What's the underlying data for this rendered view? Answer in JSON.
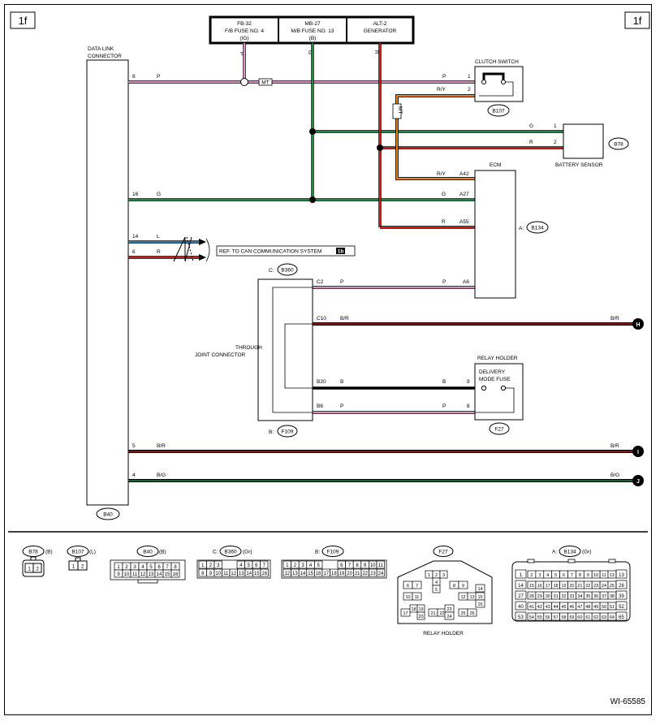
{
  "diagram_id": "1f",
  "figure_code": "WI-65585",
  "fuses": {
    "fb32": {
      "line1": "FB-32",
      "line2": "F/B FUSE NO. 4",
      "line3": "(IG)",
      "wire": "P"
    },
    "mb27": {
      "line1": "MB-27",
      "line2": "M/B FUSE NO. 13",
      "line3": "(B)",
      "wire": "G"
    },
    "alt2": {
      "line1": "ALT-2",
      "line2": "GENERATOR",
      "wire": "R"
    }
  },
  "data_link": {
    "title1": "DATA LINK",
    "title2": "CONNECTOR",
    "connector": "B40",
    "pins": {
      "p8": "8",
      "p16": "16",
      "p14": "14",
      "p6": "6",
      "p5": "5",
      "p4": "4"
    }
  },
  "wire_colors": {
    "p": "P",
    "g": "G",
    "l": "L",
    "r": "R",
    "br": "B/R",
    "bg": "B/G",
    "ry": "R/Y",
    "b": "B"
  },
  "mt_label": "MT",
  "clutch_switch": {
    "title": "CLUTCH SWITCH",
    "connector": "B107",
    "pin1": "1",
    "pin2": "2"
  },
  "battery_sensor": {
    "title": "BATTERY SENSOR",
    "connector": "B78",
    "pin1": "1",
    "pin2": "2"
  },
  "ecm": {
    "title": "ECM",
    "connector_prefix": "A:",
    "connector": "B134",
    "pins": {
      "a42": "A42",
      "a27": "A27",
      "a55": "A55",
      "a6": "A6"
    }
  },
  "can_ref": {
    "text": "REF. TO CAN COMMUNICATION SYSTEM",
    "badge": "1b"
  },
  "joint": {
    "line1": "THROUGH",
    "line2": "JOINT CONNECTOR",
    "c_prefix": "C:",
    "c_connector": "B360",
    "b_prefix": "B:",
    "b_connector": "F109",
    "pins": {
      "c2": "C2",
      "c10": "C10",
      "b20": "B20",
      "b6": "B6"
    }
  },
  "relay": {
    "title": "RELAY HOLDER",
    "fuse1": "DELIVERY",
    "fuse2": "MODE FUSE",
    "connector": "F27",
    "pin9": "9",
    "pin8": "8"
  },
  "offpage": {
    "h": "H",
    "i": "I",
    "j": "J"
  },
  "colors": {
    "pink": "#f5a0d8",
    "green": "#1f9e4a",
    "red": "#e0201a",
    "blue": "#2a8fd8",
    "brown": "#5a2a1a",
    "orange": "#f07a1a",
    "black": "#000000",
    "yellow": "#d6a000",
    "grey": "#888888"
  },
  "legend": {
    "b78": {
      "name": "B78",
      "color": "(B)",
      "pins": [
        "1",
        "2"
      ]
    },
    "b107": {
      "name": "B107",
      "color": "(L)",
      "pins": [
        "1",
        "2"
      ]
    },
    "b40": {
      "name": "B40",
      "color": "(B)",
      "row1": [
        "1",
        "2",
        "3",
        "4",
        "5",
        "6",
        "7",
        "8"
      ],
      "row2": [
        "9",
        "10",
        "11",
        "12",
        "13",
        "14",
        "15",
        "16"
      ]
    },
    "b360": {
      "prefix": "C:",
      "name": "B360",
      "color": "(Gr)",
      "row1a": [
        "1",
        "2",
        "3"
      ],
      "row1b": [
        "4",
        "5",
        "6",
        "7"
      ],
      "row2": [
        "8",
        "9",
        "10",
        "11",
        "12",
        "13",
        "14",
        "15",
        "16"
      ]
    },
    "f109": {
      "prefix": "B:",
      "name": "F109",
      "row1a": [
        "1",
        "2",
        "3",
        "4",
        "5"
      ],
      "row1b": [
        "6",
        "7",
        "8",
        "9",
        "10",
        "11"
      ],
      "row2": [
        "12",
        "13",
        "14",
        "15",
        "16",
        "17",
        "18",
        "19",
        "20",
        "21",
        "22",
        "23",
        "24"
      ]
    },
    "f27": {
      "name": "F27",
      "caption": "RELAY HOLDER",
      "cells": [
        "1",
        "2",
        "3",
        "4",
        "5",
        "6",
        "7",
        "8",
        "9",
        "10",
        "11",
        "12",
        "13",
        "14",
        "15",
        "16",
        "17",
        "18",
        "19",
        "20",
        "21",
        "22",
        "23",
        "24",
        "25",
        "26"
      ]
    },
    "b134": {
      "prefix": "A:",
      "name": "B134",
      "color": "(Gr)",
      "left": [
        "1",
        "14",
        "27",
        "40",
        "53"
      ],
      "right": [
        "13",
        "26",
        "39",
        "52",
        "65"
      ],
      "row1": [
        "2",
        "3",
        "4",
        "5",
        "6",
        "7",
        "8",
        "9",
        "10",
        "11",
        "12"
      ],
      "row2": [
        "15",
        "16",
        "17",
        "18",
        "19",
        "20",
        "21",
        "22",
        "23",
        "24",
        "25"
      ],
      "row3": [
        "28",
        "29",
        "30",
        "31",
        "32",
        "33",
        "34",
        "35",
        "36",
        "37",
        "38"
      ],
      "row4": [
        "41",
        "42",
        "43",
        "44",
        "45",
        "46",
        "47",
        "48",
        "49",
        "50",
        "51"
      ],
      "row5": [
        "54",
        "55",
        "56",
        "57",
        "58",
        "59",
        "60",
        "61",
        "62",
        "63",
        "64"
      ]
    }
  }
}
